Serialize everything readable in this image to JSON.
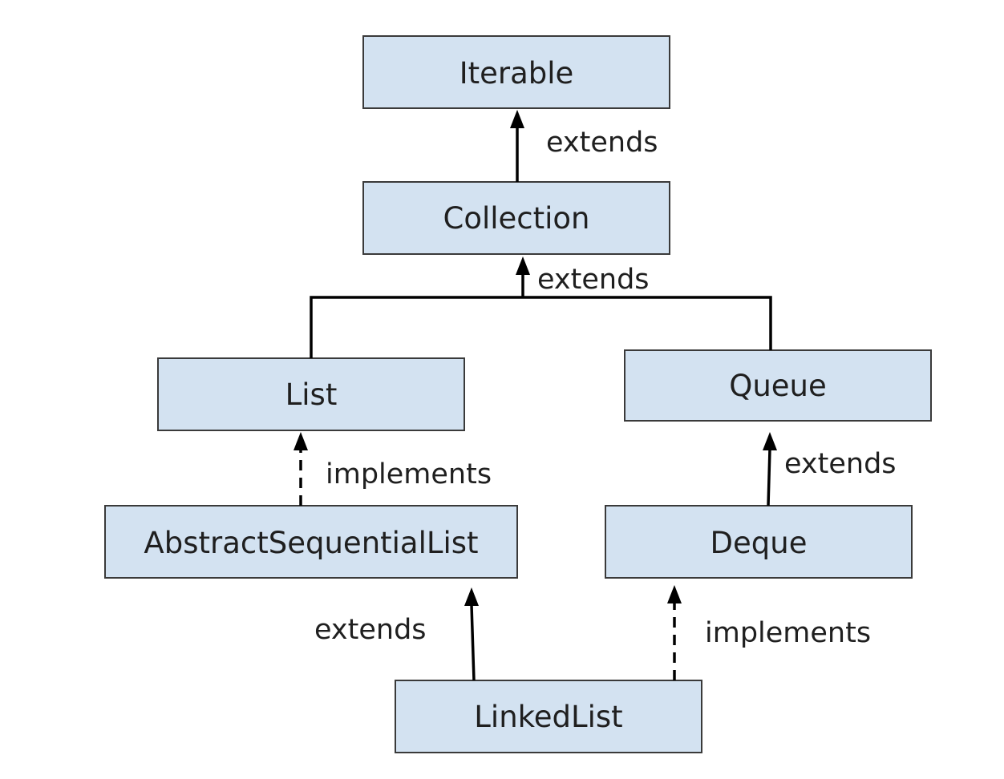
{
  "diagram": {
    "colors": {
      "node_fill": "#d3e2f1",
      "node_stroke": "#3a3a3a",
      "edge": "#000000",
      "text": "#1f1f1f"
    },
    "nodes": {
      "iterable": {
        "label": "Iterable"
      },
      "collection": {
        "label": "Collection"
      },
      "list": {
        "label": "List"
      },
      "queue": {
        "label": "Queue"
      },
      "abstract_sequential_list": {
        "label": "AbstractSequentialList"
      },
      "deque": {
        "label": "Deque"
      },
      "linked_list": {
        "label": "LinkedList"
      }
    },
    "edges": {
      "collection_to_iterable": {
        "from": "Collection",
        "to": "Iterable",
        "style": "solid",
        "label": "extends"
      },
      "list_queue_to_collection": {
        "from": "List, Queue",
        "to": "Collection",
        "style": "solid",
        "label": "extends"
      },
      "asl_to_list": {
        "from": "AbstractSequentialList",
        "to": "List",
        "style": "dashed",
        "label": "implements"
      },
      "deque_to_queue": {
        "from": "Deque",
        "to": "Queue",
        "style": "solid",
        "label": "extends"
      },
      "linkedlist_to_asl": {
        "from": "LinkedList",
        "to": "AbstractSequentialList",
        "style": "solid",
        "label": "extends"
      },
      "linkedlist_to_deque": {
        "from": "LinkedList",
        "to": "Deque",
        "style": "dashed",
        "label": "implements"
      }
    }
  }
}
